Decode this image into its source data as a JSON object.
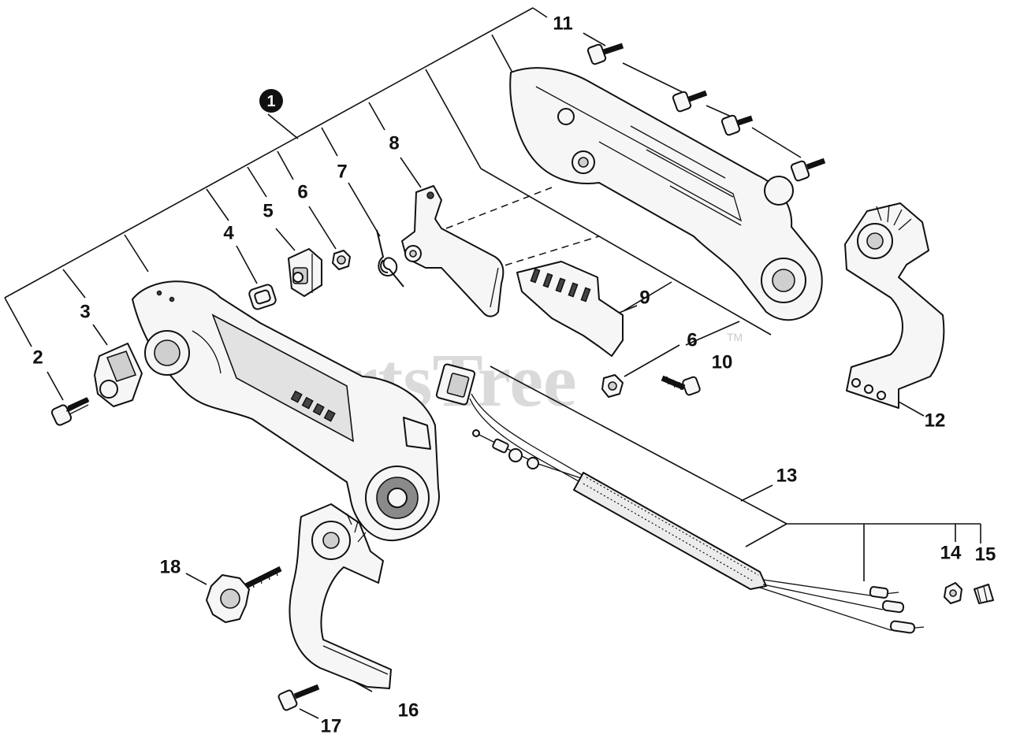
{
  "watermark": {
    "text": "PartsTree",
    "trademark": "TM"
  },
  "callouts": {
    "assembly": "1",
    "p2": "2",
    "p3": "3",
    "p4": "4",
    "p5": "5",
    "p6a": "6",
    "p7": "7",
    "p8": "8",
    "p9": "9",
    "p6b": "6",
    "p10": "10",
    "p11": "11",
    "p12": "12",
    "p13": "13",
    "p14": "14",
    "p15": "15",
    "p16": "16",
    "p17": "17",
    "p18": "18"
  },
  "colors": {
    "ink": "#111111",
    "part_fill": "#f6f6f6",
    "shade": "#cfcfcf",
    "watermark": "#bdbdbd"
  }
}
